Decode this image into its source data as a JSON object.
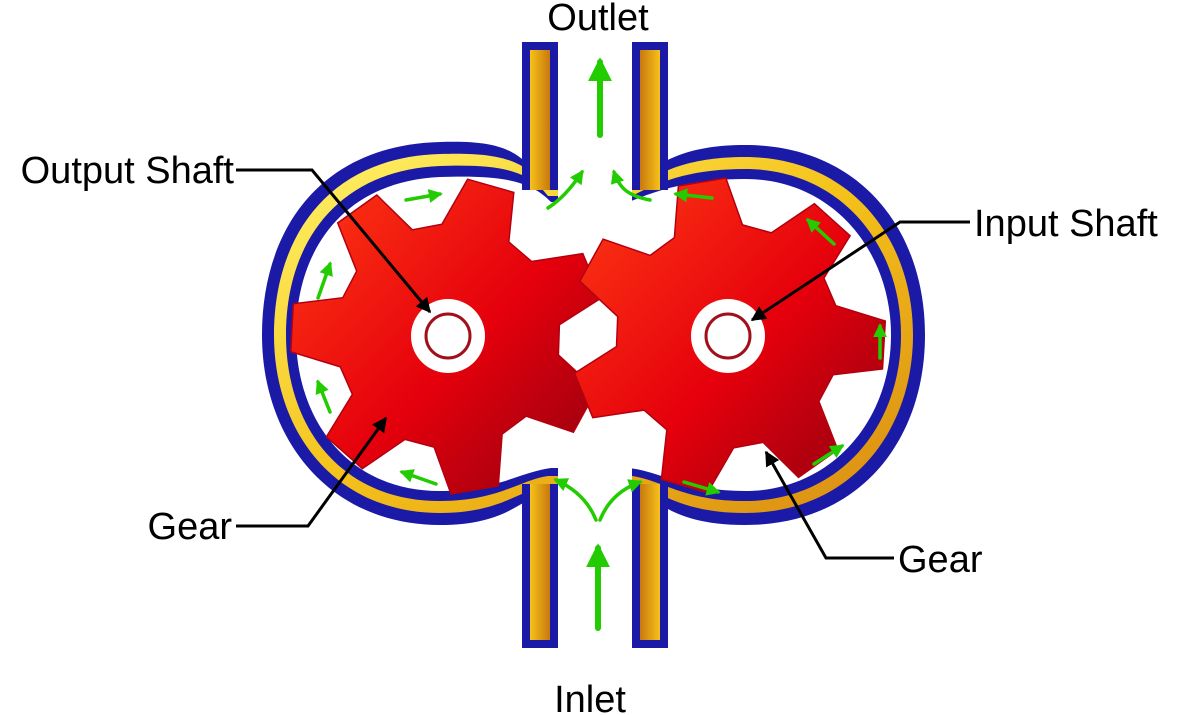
{
  "labels": {
    "outlet": "Outlet",
    "inlet": "Inlet",
    "output_shaft": "Output Shaft",
    "input_shaft": "Input Shaft",
    "gear_left": "Gear",
    "gear_right": "Gear"
  },
  "colors": {
    "casing_outline": "#1a1aa6",
    "casing_fill_light": "#fff36a",
    "casing_fill_dark": "#d98a12",
    "gear_light": "#ff2a10",
    "gear_dark": "#9c0010",
    "flow_arrow": "#22cc00",
    "leader_line": "#000000"
  },
  "icons": {
    "gear": "gear-icon",
    "flow": "flow-arrow-icon",
    "shaft": "shaft-icon"
  }
}
